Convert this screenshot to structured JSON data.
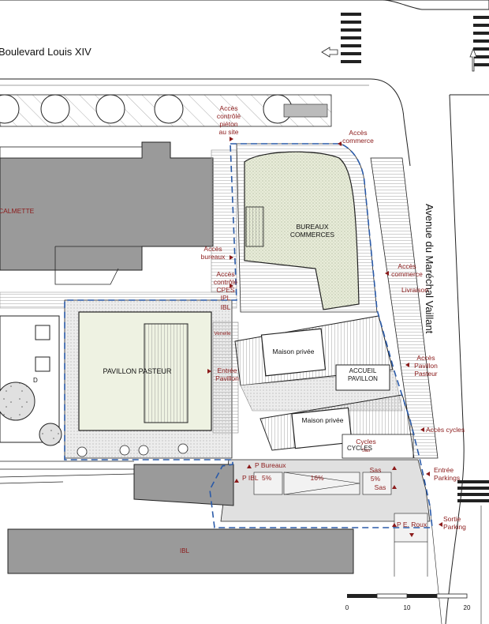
{
  "colors": {
    "access_red": "#8b1a1a",
    "boundary_blue": "#2a5aa8",
    "building_grey": "#9a9a9a",
    "paving_grey": "#d4d4d4",
    "garden_green": "#eef2e2",
    "line_black": "#222222"
  },
  "streets": {
    "north": "Boulevard Louis XIV",
    "east": "Avenue du Maréchal Vaillant"
  },
  "buildings": {
    "calmette": "CALMETTE",
    "bureaux_line1": "BUREAUX",
    "bureaux_line2": "COMMERCES",
    "pavillon_pasteur": "PAVILLON PASTEUR",
    "maison_privee_1": "Maison privée",
    "maison_privee_2": "Maison privée",
    "accueil_line1": "ACCUEIL",
    "accueil_line2": "PAVILLON",
    "cycles": "CYCLES",
    "ibl_bottom": "IBL",
    "letter_d": "D"
  },
  "annotations": {
    "acces_pieton": [
      "Accès",
      "contrôlé",
      "piéton",
      "au site"
    ],
    "acces_commerce_top": [
      "Accès",
      "commerce"
    ],
    "acces_bureaux": [
      "Accès",
      "bureaux"
    ],
    "acces_cpes": [
      "Accès",
      "contrôlé",
      "CPES",
      "IPL"
    ],
    "ibl_small": "IBL",
    "venelle": "Venelle",
    "entree_pavillon": [
      "Entrée",
      "Pavillon"
    ],
    "acces_commerce_right": [
      "Accès",
      "commerce"
    ],
    "livraison": "Livraison",
    "acces_pavillon_pasteur": [
      "Accès",
      "Pavillon",
      "Pasteur"
    ],
    "acces_cycles": "Accès cycles",
    "cycles_small": [
      "Cycles",
      "Sas"
    ],
    "p_bureaux": "P Bureaux",
    "p_ibl": "P IBL",
    "ramp_5_left": "5%",
    "ramp_16": "16%",
    "sas_top": "Sas",
    "ramp_5_right": "5%",
    "sas_bottom": "Sas",
    "entree_parkings": [
      "Entrée",
      "Parkings"
    ],
    "p_e_roux": "P E. Roux",
    "sortie_parking": [
      "Sortie",
      "Parking"
    ]
  },
  "scale_bar": {
    "tick_0": "0",
    "tick_10": "10",
    "tick_20": "20"
  }
}
